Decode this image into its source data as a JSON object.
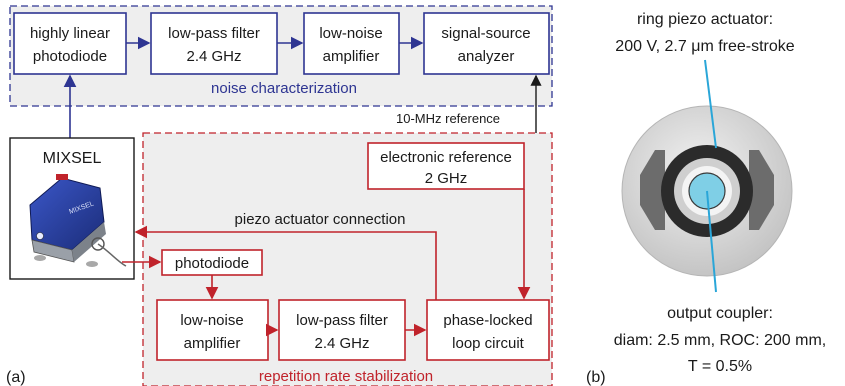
{
  "colors": {
    "blue": "#2e3592",
    "red": "#c0232b",
    "panel_fill": "#eeeeee",
    "piezo_ring": "#2b2b2b",
    "coupler": "#7fcfe6",
    "pointer": "#2aa6d8"
  },
  "noise": {
    "label": "noise characterization",
    "photodiode": [
      "highly linear",
      "photodiode"
    ],
    "lpf": [
      "low-pass filter",
      "2.4 GHz"
    ],
    "lna": [
      "low-noise",
      "amplifier"
    ],
    "ssa": [
      "signal-source",
      "analyzer"
    ]
  },
  "reference_label": "10-MHz reference",
  "mixsel": {
    "title": "MIXSEL",
    "device_text": "MIXSEL"
  },
  "stab": {
    "label": "repetition rate stabilization",
    "elec_ref": [
      "electronic reference",
      "2 GHz"
    ],
    "piezo_conn": "piezo actuator connection",
    "photodiode": "photodiode",
    "lna": [
      "low-noise",
      "amplifier"
    ],
    "lpf": [
      "low-pass filter",
      "2.4 GHz"
    ],
    "pll": [
      "phase-locked",
      "loop circuit"
    ]
  },
  "panel_a": "(a)",
  "panel_b": "(b)",
  "piezo": [
    "ring piezo actuator:",
    "200 V, 2.7 μm free-stroke"
  ],
  "coupler": [
    "output coupler:",
    "diam: 2.5 mm, ROC: 200 mm,",
    "T = 0.5%"
  ]
}
